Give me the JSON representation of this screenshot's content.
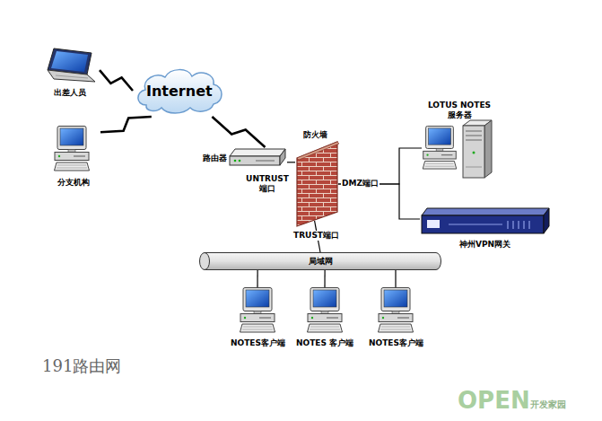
{
  "diagram": {
    "nodes": [
      {
        "text": [
          "Internet"
        ]
      },
      {
        "text": [
          "出差人员"
        ]
      },
      {
        "text": [
          "分支机构"
        ]
      },
      {
        "text": [
          "路由器"
        ]
      },
      {
        "text": [
          "防火墙"
        ]
      },
      {
        "text": [
          "LOTUS NOTES 服务器"
        ]
      },
      {
        "text": [
          "神州VPN网关"
        ]
      },
      {
        "text": [
          "局域网"
        ]
      },
      {
        "text": [
          "NOTES客户端"
        ]
      },
      {
        "text": [
          "NOTES 客户端"
        ]
      },
      {
        "text": [
          "NOTES客户端"
        ]
      }
    ],
    "edges": [
      {
        "from": 1,
        "to": 0,
        "arrow": "none"
      },
      {
        "from": 2,
        "to": 0,
        "arrow": "none"
      },
      {
        "from": 0,
        "to": 3,
        "arrow": "none"
      },
      {
        "from": 3,
        "to": 4,
        "arrow": "none"
      },
      {
        "from": 4,
        "to": 5,
        "arrow": "none"
      },
      {
        "from": 4,
        "to": 6,
        "arrow": "none"
      },
      {
        "from": 4,
        "to": 7,
        "arrow": "none"
      },
      {
        "from": 7,
        "to": 8,
        "arrow": "none"
      },
      {
        "from": 7,
        "to": 9,
        "arrow": "none"
      },
      {
        "from": 7,
        "to": 10,
        "arrow": "none"
      }
    ],
    "labels": [
      "UNTRUST 端口",
      "DMZ端口",
      "TRUST端口",
      "191路由网",
      "OPEN",
      "开发家园"
    ]
  }
}
